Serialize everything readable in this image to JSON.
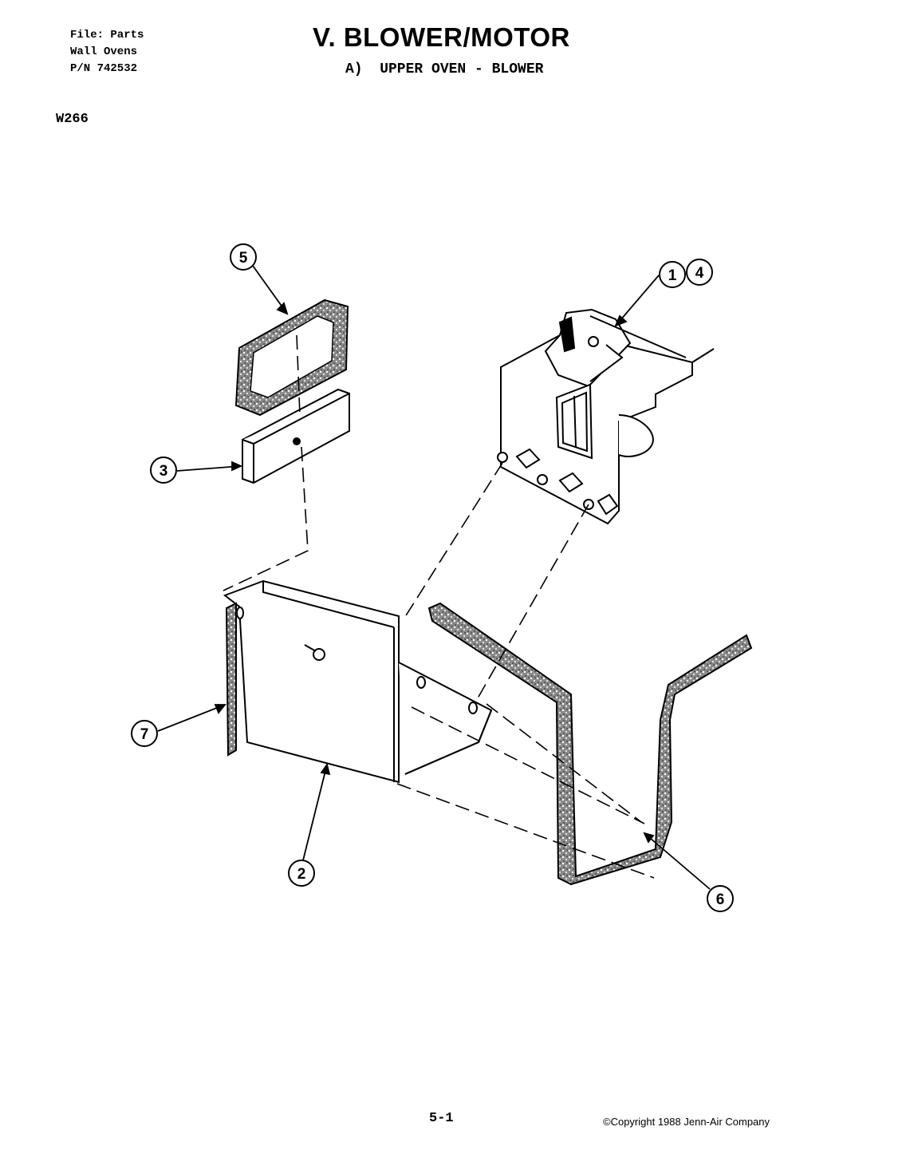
{
  "header": {
    "file_lines": [
      "File: Parts",
      "Wall Ovens",
      "P/N 742532"
    ],
    "title": "V. BLOWER/MOTOR",
    "subtitle": "A)  UPPER OVEN - BLOWER",
    "model": "W266"
  },
  "callouts": [
    {
      "id": "callout-5",
      "label": "5"
    },
    {
      "id": "callout-1",
      "label": "1"
    },
    {
      "id": "callout-4",
      "label": "4"
    },
    {
      "id": "callout-3",
      "label": "3"
    },
    {
      "id": "callout-7",
      "label": "7"
    },
    {
      "id": "callout-2",
      "label": "2"
    },
    {
      "id": "callout-6",
      "label": "6"
    }
  ],
  "footer": {
    "page_number": "5-1",
    "copyright": "©Copyright 1988 Jenn-Air Company"
  },
  "colors": {
    "ink": "#000000",
    "paper": "#ffffff",
    "gasket_fill": "#777777"
  }
}
